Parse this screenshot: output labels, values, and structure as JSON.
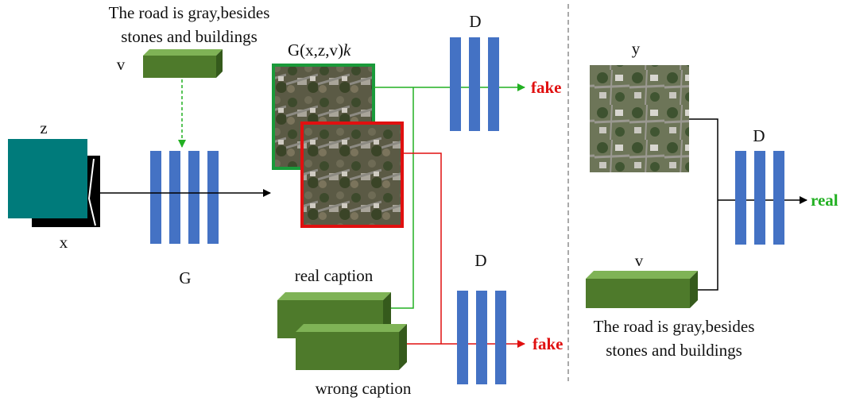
{
  "caption_top": [
    "The road is gray,besides",
    "stones and buildings"
  ],
  "caption_bottom_right": [
    "The road is gray,besides",
    "stones and buildings"
  ],
  "labels": {
    "z": "z",
    "x": "x",
    "v_top": "v",
    "g": "G",
    "gen_output": "G(x,z,v)",
    "gen_output_k": "k",
    "d_top": "D",
    "d_bottom": "D",
    "d_right": "D",
    "y": "y",
    "v_right": "v",
    "real_caption": "real caption",
    "wrong_caption": "wrong caption",
    "fake_top": "fake",
    "fake_bottom": "fake",
    "real_out": "real"
  },
  "colors": {
    "teal": "#007b7b",
    "bar_blue": "#4472c4",
    "green_box": "#4e7a2b",
    "green_box_light": "#7fb356",
    "green_arrow": "#22b022",
    "red_arrow": "#e01010",
    "frame_green": "#1a9a3a",
    "frame_red": "#e01010"
  }
}
